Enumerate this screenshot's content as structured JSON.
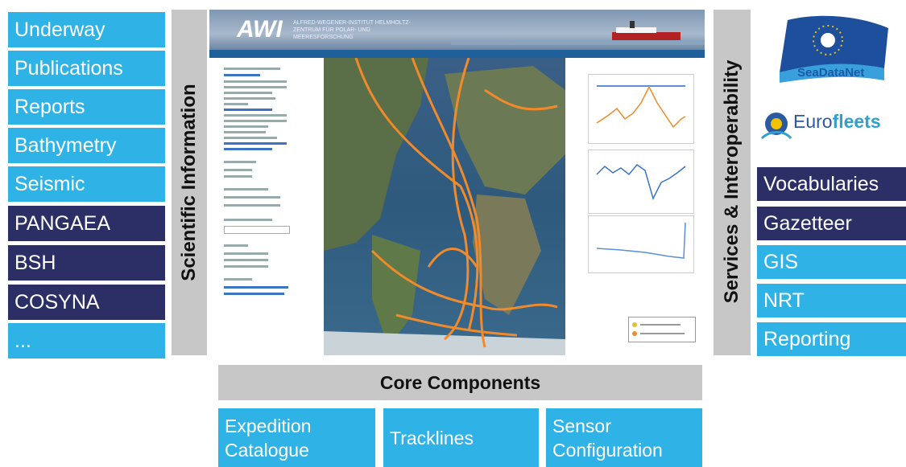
{
  "left_column": {
    "items": [
      {
        "label": "Underway",
        "style": "light"
      },
      {
        "label": "Publications",
        "style": "light"
      },
      {
        "label": "Reports",
        "style": "light"
      },
      {
        "label": "Bathymetry",
        "style": "light"
      },
      {
        "label": "Seismic",
        "style": "light"
      },
      {
        "label": "PANGAEA",
        "style": "dark"
      },
      {
        "label": "BSH",
        "style": "dark"
      },
      {
        "label": "COSYNA",
        "style": "dark"
      },
      {
        "label": "...",
        "style": "light"
      }
    ]
  },
  "left_bar": {
    "label": "Scientific Information"
  },
  "right_bar": {
    "label": "Services & Interoperability"
  },
  "right_column": {
    "logos": {
      "seadatanet": "SeaDataNet",
      "eurofleets_prefix": "Euro",
      "eurofleets_suffix": "fleets"
    },
    "items": [
      {
        "label": "Vocabularies",
        "style": "dark"
      },
      {
        "label": "Gazetteer",
        "style": "dark"
      },
      {
        "label": "GIS",
        "style": "light"
      },
      {
        "label": "NRT",
        "style": "light"
      },
      {
        "label": "Reporting",
        "style": "light"
      }
    ]
  },
  "core": {
    "label": "Core Components"
  },
  "bottom": {
    "expedition": {
      "line1": "Expedition",
      "line2": "Catalogue"
    },
    "tracklines": {
      "label": "Tracklines"
    },
    "sensor": {
      "line1": "Sensor",
      "line2": "Configuration"
    }
  },
  "screenshot": {
    "logo": "AWI",
    "institute": "ALFRED-WEGENER-INSTITUT HELMHOLTZ-ZENTRUM FÜR POLAR- UND MEERESFORSCHUNG"
  },
  "colors": {
    "light": "#2fb3e6",
    "dark": "#2c2f66",
    "gray": "#c7c7c7",
    "track": "#f08a2a"
  }
}
